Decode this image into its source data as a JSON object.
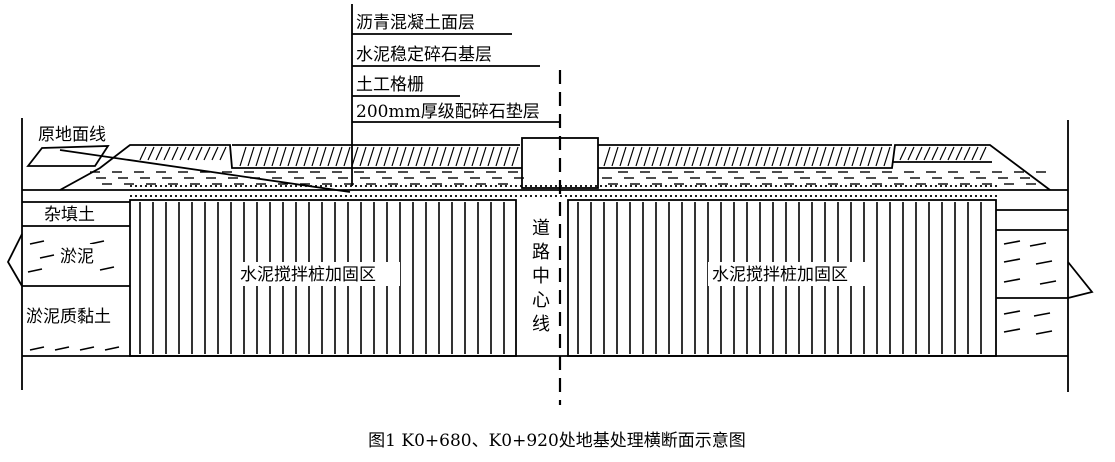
{
  "diagram": {
    "layers": {
      "asphalt": "沥青混凝土面层",
      "cement_base": "水泥稳定碎石基层",
      "geogrid": "土工格栅",
      "cushion": "200mm厚级配碎石垫层"
    },
    "left_labels": {
      "ground_line": "原地面线",
      "fill_soil": "杂填土",
      "silt": "淤泥",
      "silty_clay": "淤泥质黏土"
    },
    "zones": {
      "left": "水泥搅拌桩加固区",
      "right": "水泥搅拌桩加固区"
    },
    "center_line_chars": [
      "道",
      "路",
      "中",
      "心",
      "线"
    ],
    "caption": "图1  K0+680、K0+920处地基处理横断面示意图"
  }
}
